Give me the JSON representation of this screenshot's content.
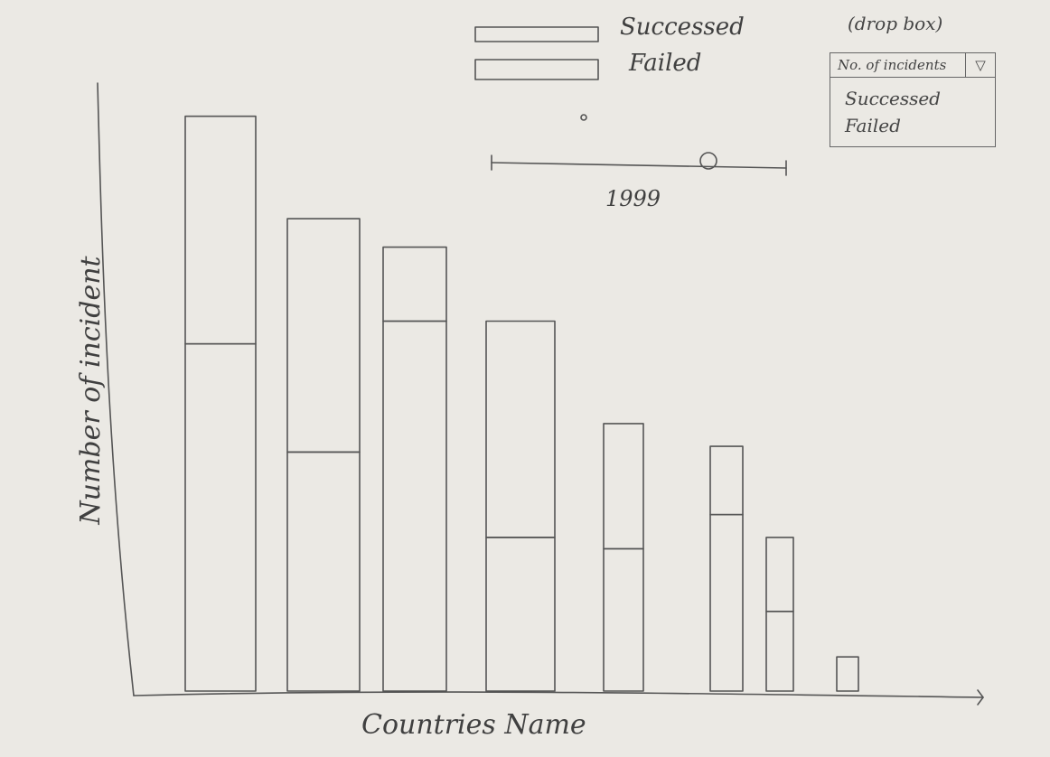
{
  "legend": {
    "succeeded_label": "Successed",
    "failed_label": "Failed"
  },
  "dropdown": {
    "caption": "(drop box)",
    "selected": "No. of incidents",
    "arrow_icon": "triangle-down-icon",
    "options": [
      "Successed",
      "Failed"
    ]
  },
  "slider": {
    "value_label": "1999"
  },
  "chart_data": {
    "type": "bar",
    "stacked": true,
    "xlabel": "Countries Name",
    "ylabel": "Number of incident",
    "categories": [
      "",
      "",
      "",
      "",
      "",
      "",
      "",
      ""
    ],
    "ylim": [
      0,
      100
    ],
    "series": [
      {
        "name": "Failed",
        "values": [
          61,
          42,
          65,
          27,
          25,
          31,
          14,
          0
        ]
      },
      {
        "name": "Successed",
        "values": [
          40,
          41,
          13,
          38,
          22,
          12,
          13,
          6
        ]
      }
    ],
    "grid": false,
    "legend_position": "top-center"
  }
}
